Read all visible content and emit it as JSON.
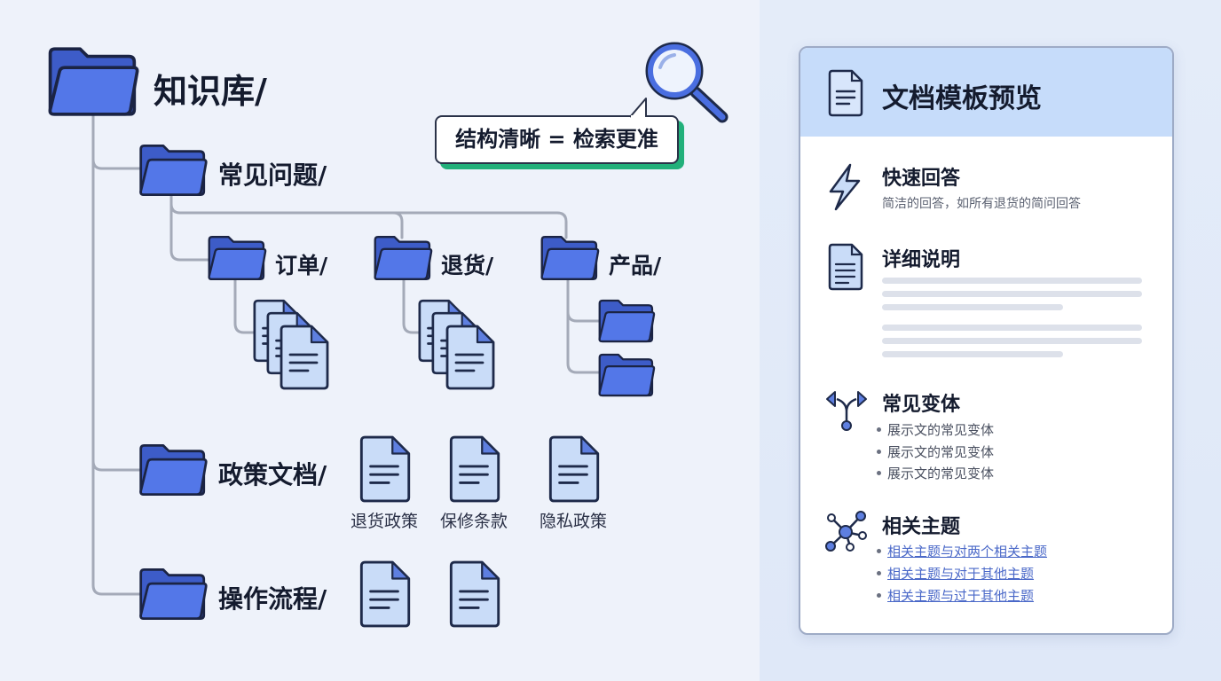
{
  "tree": {
    "root": "知识库/",
    "faq": "常见问题/",
    "faq_children": [
      "订单/",
      "退货/",
      "产品/"
    ],
    "policy": "政策文档/",
    "policy_docs": [
      "退货政策",
      "保修条款",
      "隐私政策"
    ],
    "process": "操作流程/"
  },
  "callout": "结构清晰 = 检索更准",
  "panel": {
    "title": "文档模板预览",
    "quick": {
      "title": "快速回答",
      "desc": "简洁的回答，如所有退货的简问回答"
    },
    "detail": {
      "title": "详细说明"
    },
    "variants": {
      "title": "常见变体",
      "items": [
        "展示文的常见变体",
        "展示文的常见变体",
        "展示文的常见变体"
      ]
    },
    "related": {
      "title": "相关主题",
      "items": [
        "相关主题与对两个相关主题",
        "相关主题与对于其他主题",
        "相关主题与过于其他主题"
      ]
    }
  },
  "colors": {
    "folder": "#4a6ee0",
    "doc": "#c9dcf8",
    "accent_green": "#22b07a",
    "panel_header": "#c6dcfa"
  }
}
